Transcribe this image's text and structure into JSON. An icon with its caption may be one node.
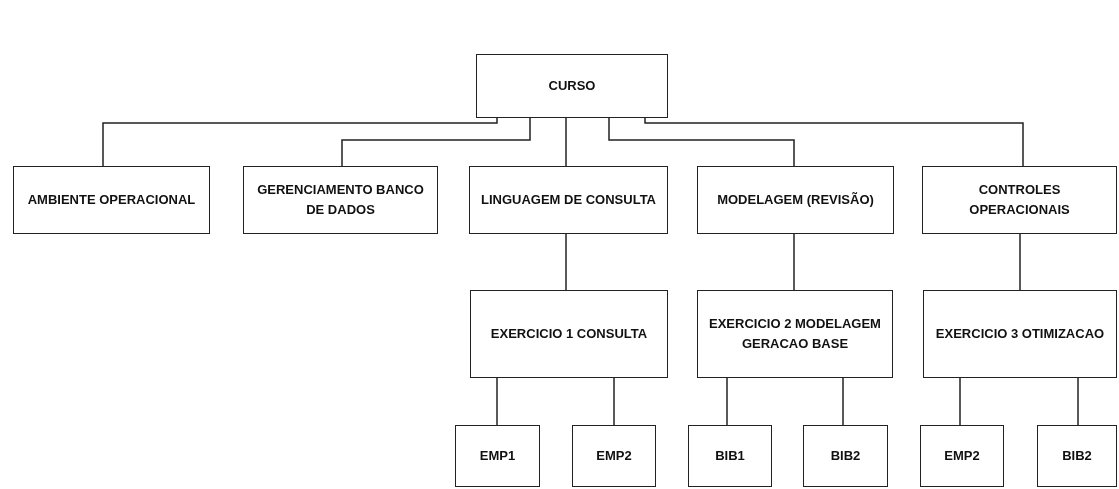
{
  "diagram": {
    "nodes": [
      {
        "text": [
          "CURSO"
        ]
      },
      {
        "text": [
          "AMBIENTE OPERACIONAL"
        ]
      },
      {
        "text": [
          "GERENCIAMENTO BANCO DE DADOS"
        ]
      },
      {
        "text": [
          "LINGUAGEM DE CONSULTA"
        ]
      },
      {
        "text": [
          "MODELAGEM (REVISÃO)"
        ]
      },
      {
        "text": [
          "CONTROLES OPERACIONAIS"
        ]
      },
      {
        "text": [
          "EXERCICIO 1 CONSULTA"
        ]
      },
      {
        "text": [
          "EXERCICIO 2 MODELAGEM GERACAO BASE"
        ]
      },
      {
        "text": [
          "EXERCICIO 3 OTIMIZACAO"
        ]
      },
      {
        "text": [
          "EMP1"
        ]
      },
      {
        "text": [
          "EMP2"
        ]
      },
      {
        "text": [
          "BIB1"
        ]
      },
      {
        "text": [
          "BIB2"
        ]
      },
      {
        "text": [
          "EMP2"
        ]
      },
      {
        "text": [
          "BIB2"
        ]
      }
    ],
    "edges": [
      {
        "from": 0,
        "to": 1,
        "arrow": "none"
      },
      {
        "from": 0,
        "to": 2,
        "arrow": "none"
      },
      {
        "from": 0,
        "to": 3,
        "arrow": "none"
      },
      {
        "from": 0,
        "to": 4,
        "arrow": "none"
      },
      {
        "from": 0,
        "to": 5,
        "arrow": "none"
      },
      {
        "from": 3,
        "to": 6,
        "arrow": "none"
      },
      {
        "from": 4,
        "to": 7,
        "arrow": "none"
      },
      {
        "from": 5,
        "to": 8,
        "arrow": "none"
      },
      {
        "from": 6,
        "to": 9,
        "arrow": "none"
      },
      {
        "from": 6,
        "to": 10,
        "arrow": "none"
      },
      {
        "from": 7,
        "to": 11,
        "arrow": "none"
      },
      {
        "from": 7,
        "to": 12,
        "arrow": "none"
      },
      {
        "from": 8,
        "to": 13,
        "arrow": "none"
      },
      {
        "from": 8,
        "to": 14,
        "arrow": "none"
      }
    ]
  }
}
